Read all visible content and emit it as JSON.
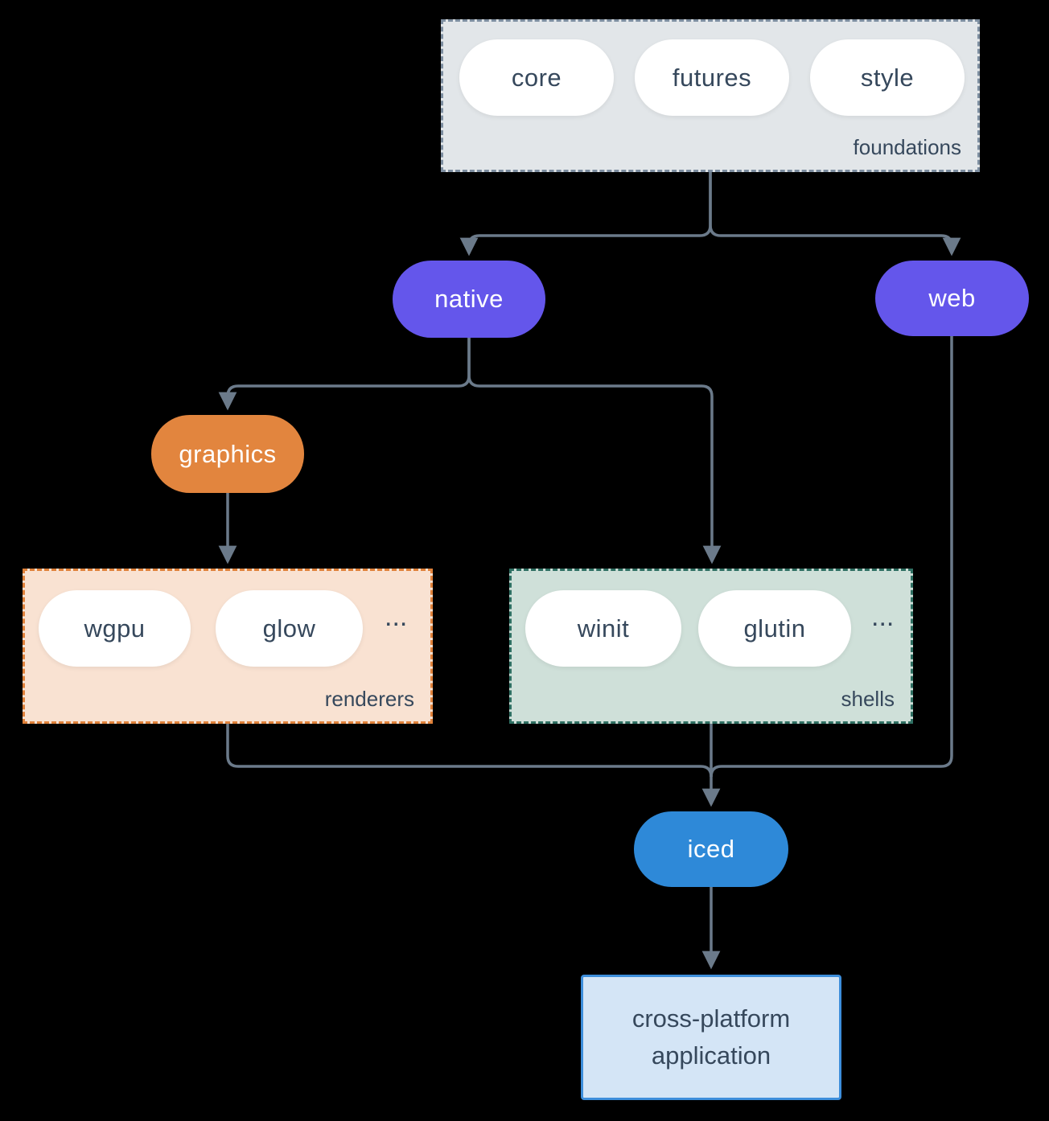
{
  "colors": {
    "background": "#000000",
    "line": "#6b7a8a",
    "foundations_fill": "#e2e6e9",
    "foundations_border": "#7d8ea0",
    "purple": "#6456eb",
    "orange": "#e2853e",
    "renderers_fill": "#f9e2d2",
    "renderers_border": "#e0813a",
    "shells_fill": "#cfe0d9",
    "shells_border": "#2e6f62",
    "blue": "#2e89d8",
    "app_fill": "#d4e5f6",
    "app_border": "#3d8edb",
    "pill_text_dark": "#36485c",
    "pill_text_light": "#ffffff"
  },
  "groups": {
    "foundations": {
      "label": "foundations",
      "pills": [
        "core",
        "futures",
        "style"
      ]
    },
    "renderers": {
      "label": "renderers",
      "pills": [
        "wgpu",
        "glow"
      ],
      "more": "..."
    },
    "shells": {
      "label": "shells",
      "pills": [
        "winit",
        "glutin"
      ],
      "more": "..."
    }
  },
  "nodes": {
    "native": "native",
    "web": "web",
    "graphics": "graphics",
    "iced": "iced",
    "application": {
      "line1": "cross-platform",
      "line2": "application"
    }
  }
}
